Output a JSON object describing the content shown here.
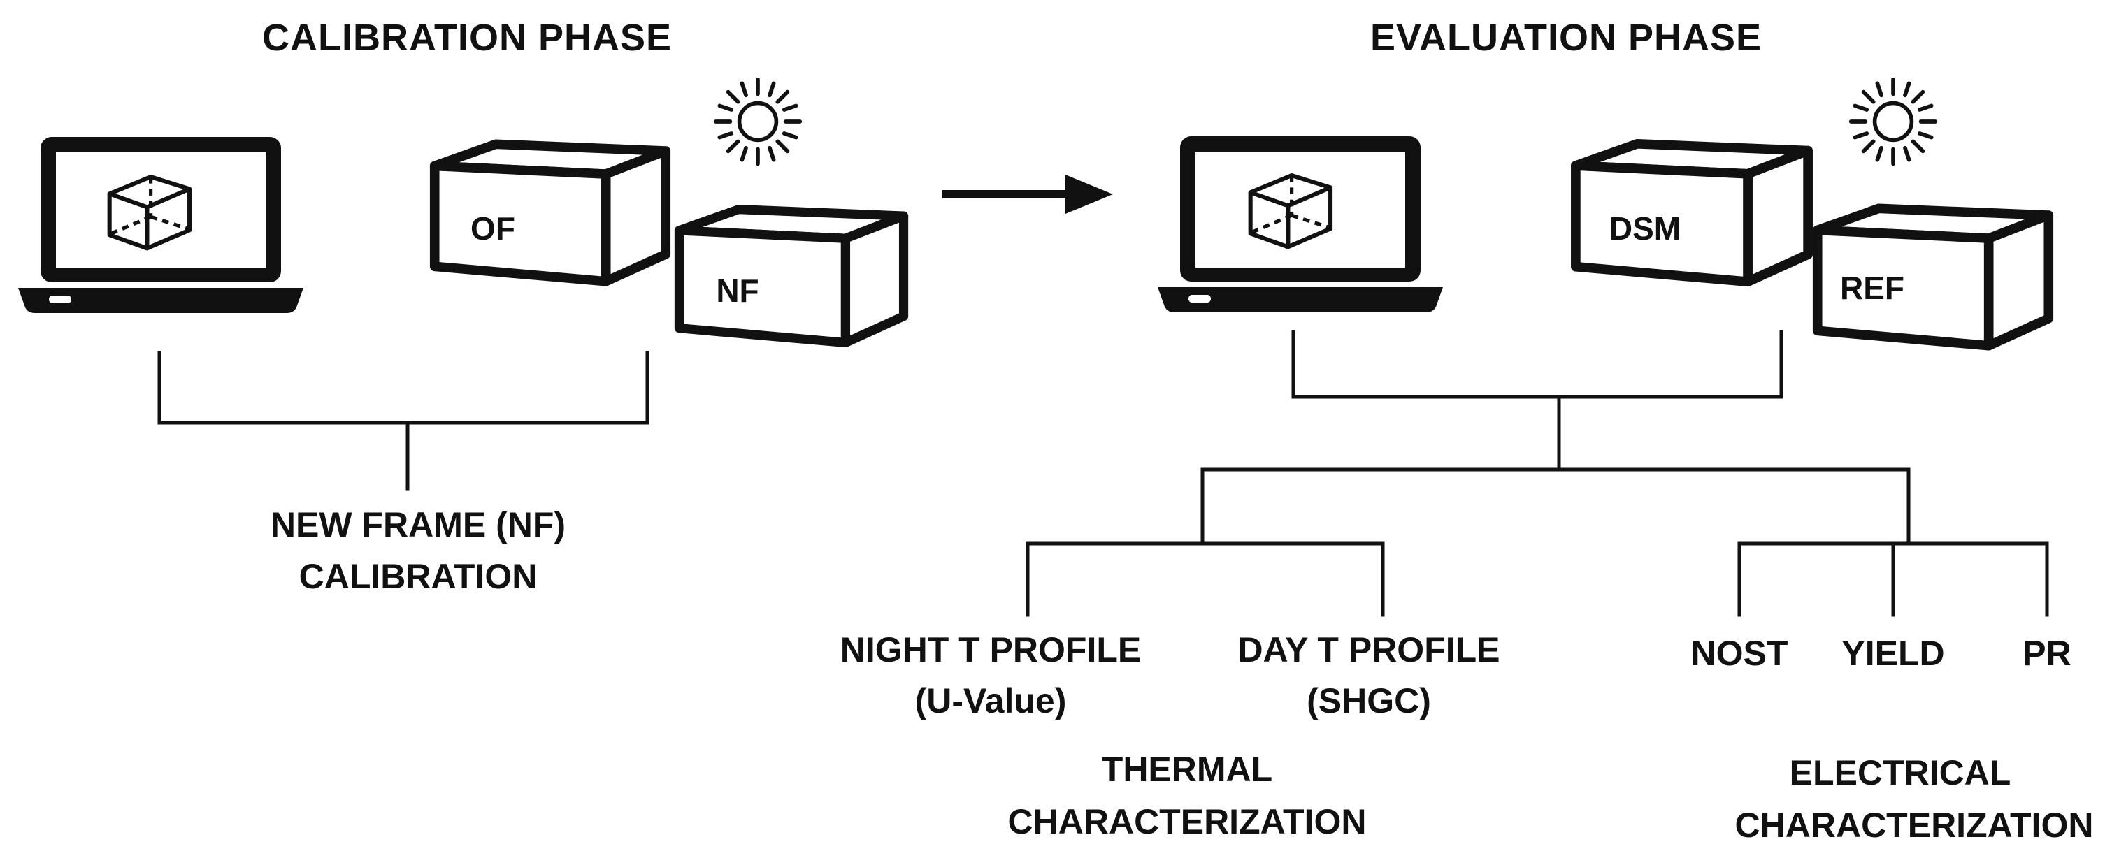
{
  "calibration": {
    "title": "CALIBRATION PHASE",
    "box_top": "OF",
    "box_bottom": "NF",
    "result_line1": "NEW FRAME (NF)",
    "result_line2": "CALIBRATION",
    "icons": [
      "laptop-icon",
      "cube-wireframe-icon",
      "sun-icon",
      "box-icon"
    ]
  },
  "evaluation": {
    "title": "EVALUATION PHASE",
    "box_top": "DSM",
    "box_bottom": "REF",
    "thermal": {
      "left_line1": "NIGHT T PROFILE",
      "left_line2": "(U-Value)",
      "right_line1": "DAY T PROFILE",
      "right_line2": "(SHGC)",
      "group_line1": "THERMAL",
      "group_line2": "CHARACTERIZATION"
    },
    "electrical": {
      "items": [
        "NOST",
        "YIELD",
        "PR"
      ],
      "group_line1": "ELECTRICAL",
      "group_line2": "CHARACTERIZATION"
    },
    "icons": [
      "laptop-icon",
      "cube-wireframe-icon",
      "sun-icon",
      "box-icon"
    ]
  },
  "colors": {
    "ink": "#111111",
    "background": "#ffffff"
  }
}
